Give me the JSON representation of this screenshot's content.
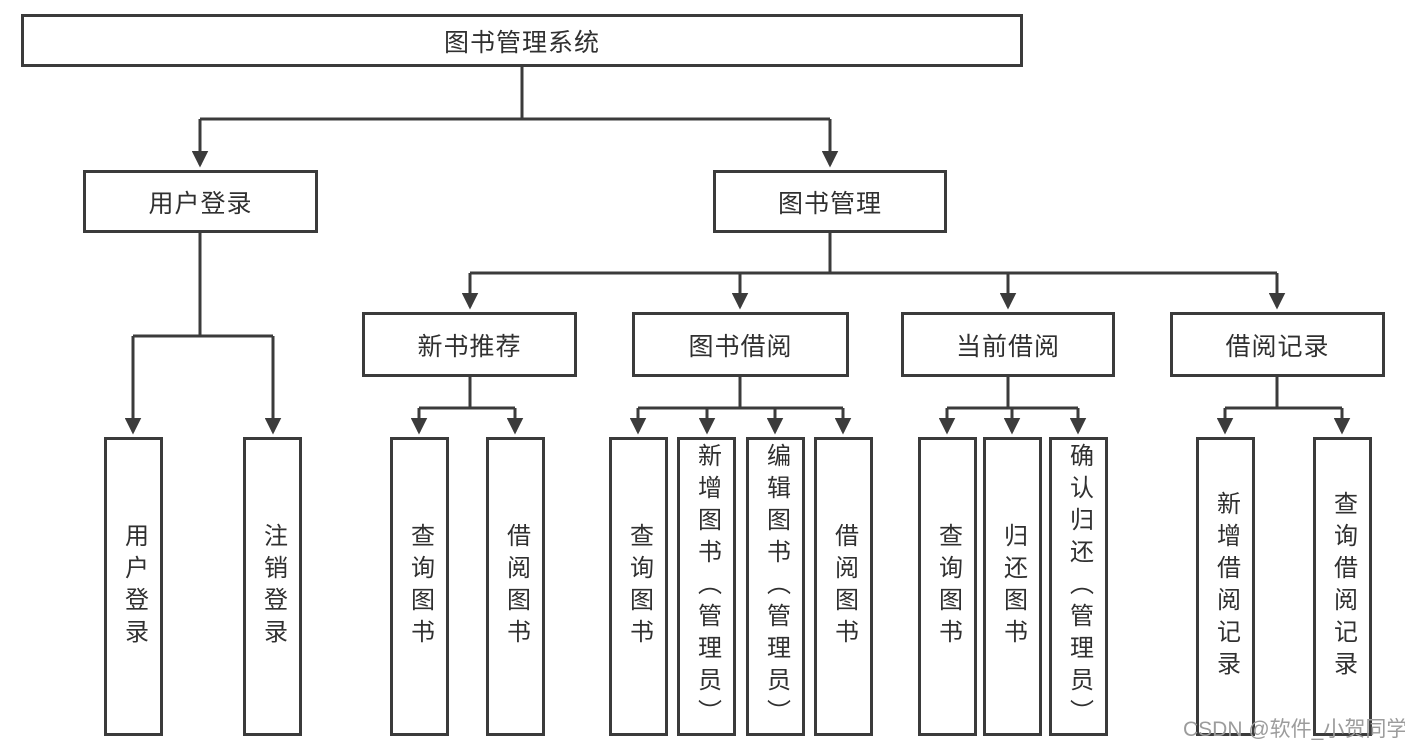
{
  "root": {
    "label": "图书管理系统",
    "children": [
      {
        "label": "用户登录",
        "children": [
          {
            "label": "用户登录"
          },
          {
            "label": "注销登录"
          }
        ]
      },
      {
        "label": "图书管理",
        "children": [
          {
            "label": "新书推荐",
            "children": [
              {
                "label": "查询图书"
              },
              {
                "label": "借阅图书"
              }
            ]
          },
          {
            "label": "图书借阅",
            "children": [
              {
                "label": "查询图书"
              },
              {
                "label": "新增图书（管理员）"
              },
              {
                "label": "编辑图书（管理员）"
              },
              {
                "label": "借阅图书"
              }
            ]
          },
          {
            "label": "当前借阅",
            "children": [
              {
                "label": "查询图书"
              },
              {
                "label": "归还图书"
              },
              {
                "label": "确认归还（管理员）"
              }
            ]
          },
          {
            "label": "借阅记录",
            "children": [
              {
                "label": "新增借阅记录"
              },
              {
                "label": "查询借阅记录"
              }
            ]
          }
        ]
      }
    ]
  },
  "watermark": "CSDN @软件_小贺同学",
  "colors": {
    "line": "#3b3b3b",
    "text": "#303030",
    "watermark": "#9c9c9c",
    "background": "#ffffff"
  }
}
